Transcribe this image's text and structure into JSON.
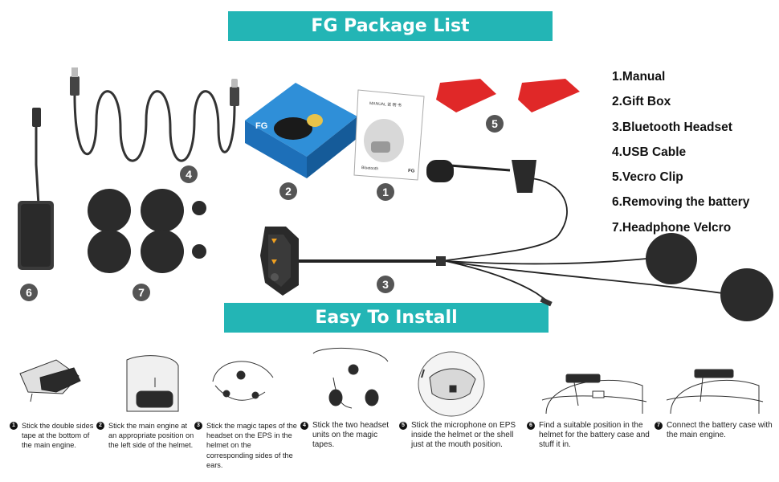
{
  "package_title": "FG Package List",
  "install_title": "Easy To Install",
  "package_items": [
    "1.Manual",
    "2.Gift Box",
    "3.Bluetooth Headset",
    "4.USB Cable",
    "5.Vecro Clip",
    "6.Removing the battery",
    "7.Headphone Velcro"
  ],
  "item_numbers": [
    "1",
    "2",
    "3",
    "4",
    "5",
    "6",
    "7"
  ],
  "manual_text": {
    "header": "MANUAL 说 明 书",
    "brand": "Bluetooth",
    "model": "FG"
  },
  "box_text": "FG",
  "steps": [
    {
      "n": "1",
      "text": "Stick the double sides tape at the bottom of the main engine."
    },
    {
      "n": "2",
      "text": "Stick the main engine at an appropriate position on the left side of the helmet."
    },
    {
      "n": "3",
      "text": "Stick the magic tapes of the headset on the EPS in the helmet on the corresponding sides of the ears."
    },
    {
      "n": "4",
      "text": "Stick the two headset units on the magic tapes."
    },
    {
      "n": "5",
      "text": "Stick the microphone on EPS inside the helmet or the shell just at the mouth position."
    },
    {
      "n": "6",
      "text": "Find a suitable position in the helmet for the battery case and stuff it in."
    },
    {
      "n": "7",
      "text": "Connect the battery case with the main engine."
    }
  ],
  "colors": {
    "banner": "#23b5b5",
    "badge": "#555555",
    "velcro_red": "#e02828"
  }
}
